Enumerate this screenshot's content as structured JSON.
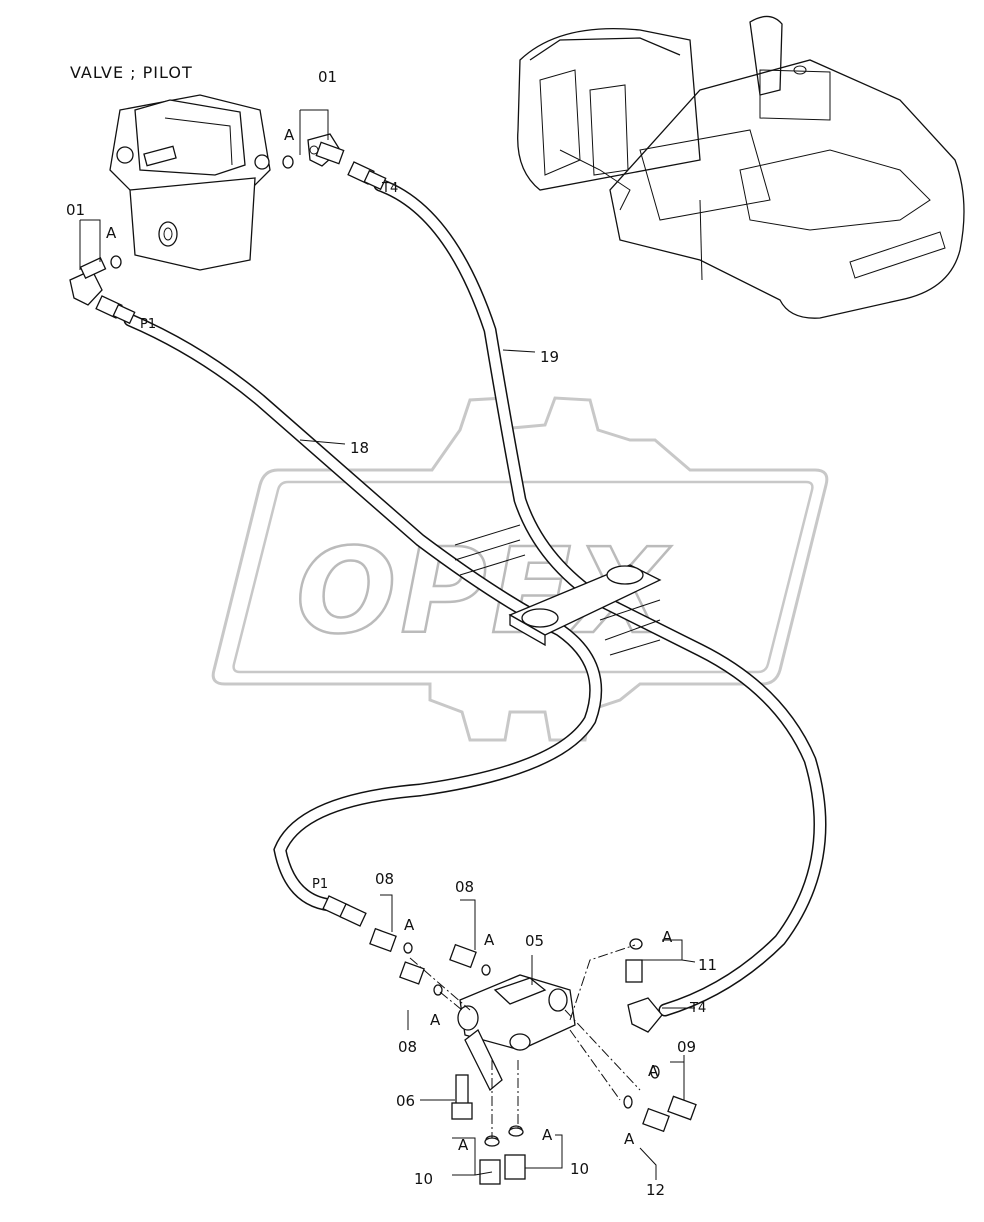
{
  "title": "VALVE ; PILOT",
  "watermark": "OPEX",
  "callouts": {
    "c01_top": "01",
    "c01_left": "01",
    "c19": "19",
    "c18": "18",
    "c05": "05",
    "c06": "06",
    "c08_a": "08",
    "c08_b": "08",
    "c08_c": "08",
    "c09": "09",
    "c10_left": "10",
    "c10_right": "10",
    "c11": "11",
    "c12": "12"
  },
  "port_labels": {
    "t4_top": "T4",
    "p1_top": "P1",
    "p1_bottom": "P1",
    "t4_bottom": "T4"
  },
  "seal_labels": [
    "A",
    "A",
    "A",
    "A",
    "A",
    "A",
    "A",
    "A",
    "A",
    "A"
  ]
}
